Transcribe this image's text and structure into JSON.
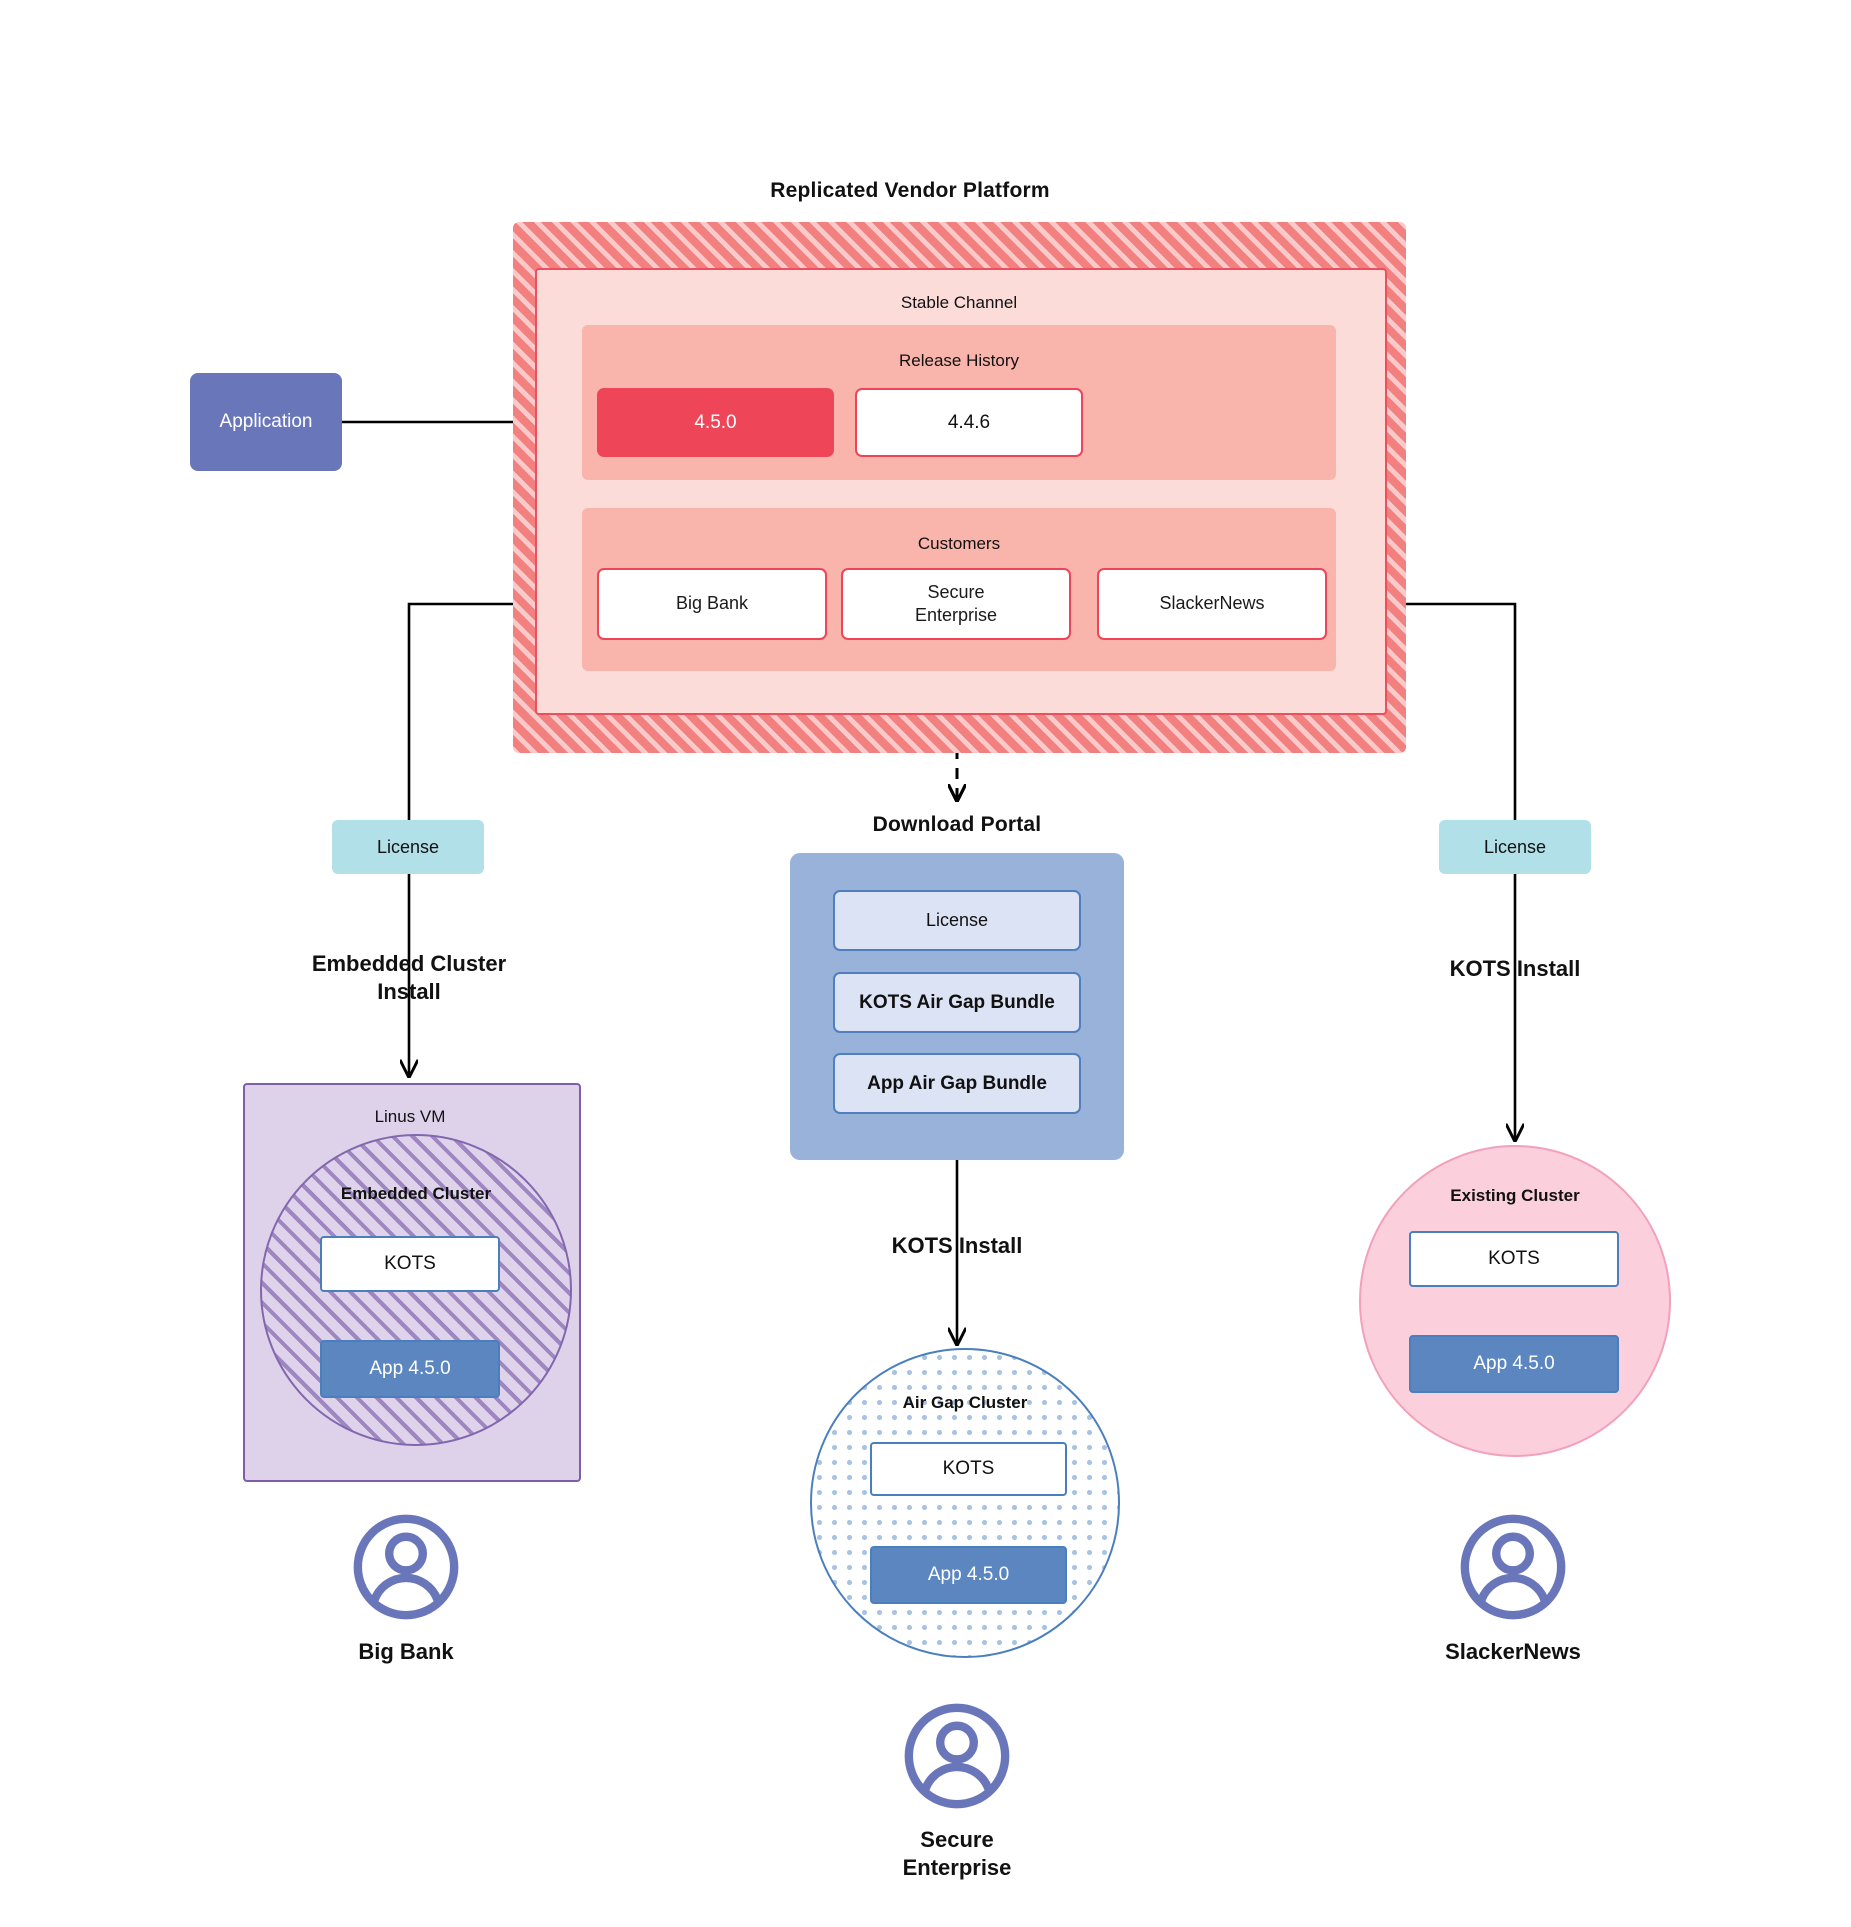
{
  "diagram": {
    "title": "Replicated Vendor Platform"
  },
  "platform": {
    "channel": {
      "title": "Stable Channel",
      "release_history": {
        "title": "Release History",
        "releases": [
          {
            "version": "4.5.0",
            "state": "current"
          },
          {
            "version": "4.4.6",
            "state": "past"
          }
        ]
      },
      "customers": {
        "title": "Customers",
        "items": [
          {
            "name": "Big Bank"
          },
          {
            "name": "Secure\nEnterprise"
          },
          {
            "name": "SlackerNews"
          }
        ]
      }
    }
  },
  "application_node": {
    "label": "Application"
  },
  "left_branch": {
    "license_label": "License",
    "install_label": "Embedded Cluster\nInstall",
    "vm": {
      "title": "Linus VM",
      "cluster_title": "Embedded Cluster",
      "kots_label": "KOTS",
      "app_label": "App 4.5.0"
    },
    "persona": "Big Bank"
  },
  "center_branch": {
    "portal_title": "Download  Portal",
    "portal_items": [
      {
        "label": "License"
      },
      {
        "label": "KOTS Air Gap Bundle"
      },
      {
        "label": "App Air Gap Bundle"
      }
    ],
    "install_label": "KOTS Install",
    "cluster": {
      "title": "Air Gap Cluster",
      "kots_label": "KOTS",
      "app_label": "App 4.5.0"
    },
    "persona": "Secure\nEnterprise"
  },
  "right_branch": {
    "license_label": "License",
    "install_label": "KOTS Install",
    "cluster": {
      "title": "Existing Cluster",
      "kots_label": "KOTS",
      "app_label": "App 4.5.0"
    },
    "persona": "SlackerNews"
  },
  "colors": {
    "platform_hatch": "#f1807e",
    "channel_fill": "#fbdcd8",
    "channel_border": "#ef4e5e",
    "subsection_fill": "#f9b4ab",
    "release_current": "#ee4658",
    "application": "#6a76ba",
    "license": "#b2e0e8",
    "portal": "#98b2da",
    "portal_item": "#dce3f4",
    "vm_fill": "#ddd2ea",
    "vm_border": "#7e5ea8",
    "airgap_border": "#4a7fbe",
    "existing_cluster_fill": "#fbd0dc",
    "existing_cluster_border": "#f2a0bb",
    "app_version": "#5b86c0",
    "avatar": "#6a76ba"
  }
}
